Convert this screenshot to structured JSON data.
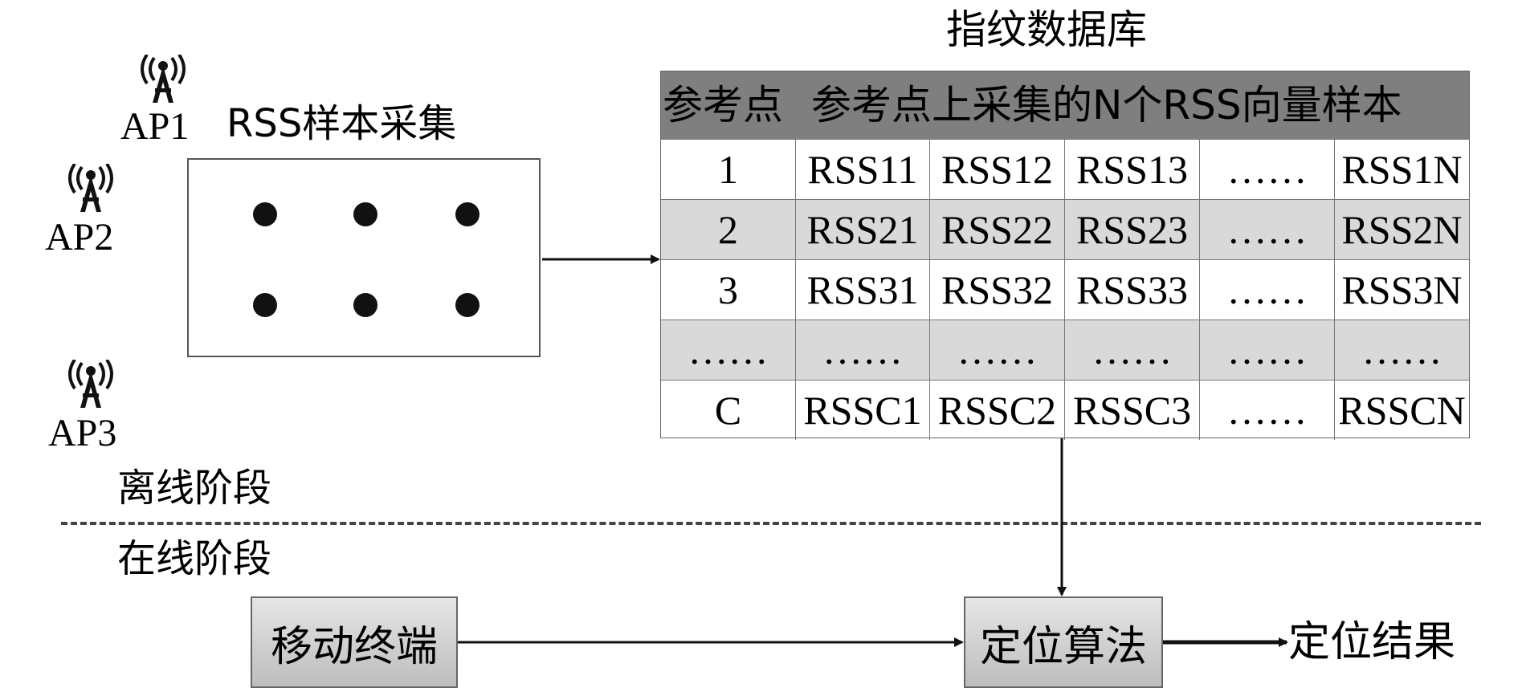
{
  "database_title": "指纹数据库",
  "sampling_title": "RSS样本采集",
  "access_points": [
    "AP1",
    "AP2",
    "AP3"
  ],
  "table": {
    "headers": [
      "参考点",
      "参考点上采集的N个RSS向量样本"
    ],
    "rows": [
      [
        "1",
        "RSS11",
        "RSS12",
        "RSS13",
        "……",
        "RSS1N"
      ],
      [
        "2",
        "RSS21",
        "RSS22",
        "RSS23",
        "……",
        "RSS2N"
      ],
      [
        "3",
        "RSS31",
        "RSS32",
        "RSS33",
        "……",
        "RSS3N"
      ],
      [
        "……",
        "……",
        "……",
        "……",
        "……",
        "……"
      ],
      [
        "C",
        "RSSC1",
        "RSSC2",
        "RSSC3",
        "……",
        "RSSCN"
      ]
    ]
  },
  "phases": {
    "offline": "离线阶段",
    "online": "在线阶段"
  },
  "boxes": {
    "mobile": "移动终端",
    "algorithm": "定位算法",
    "result": "定位结果"
  }
}
